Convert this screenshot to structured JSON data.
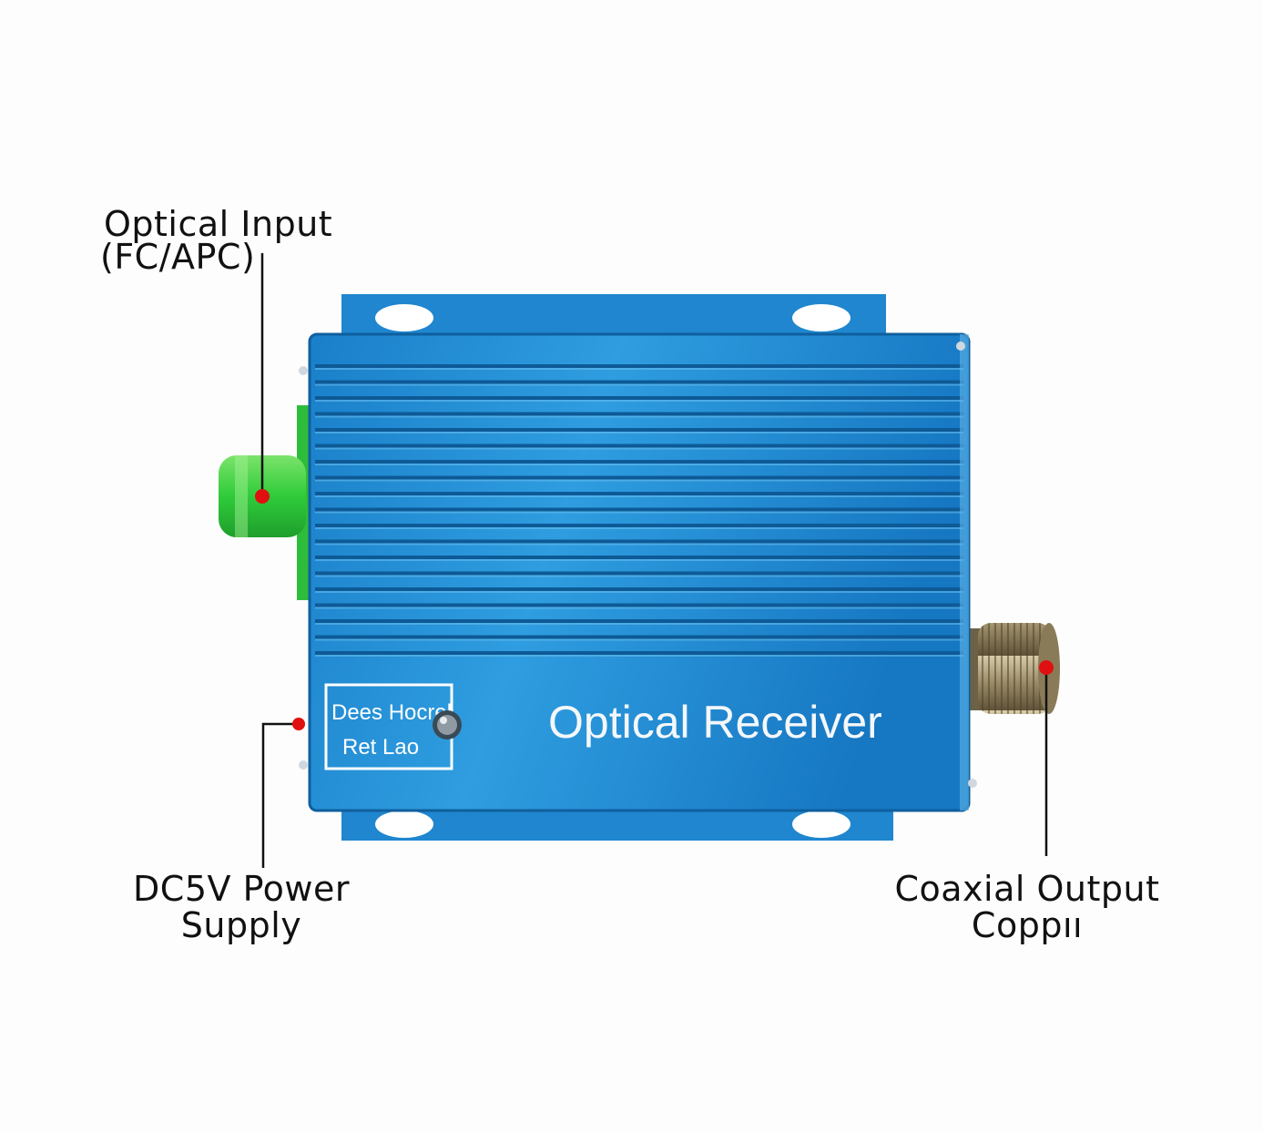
{
  "device": {
    "brand_text": "Optical Receiver",
    "label_line1": "Dees Hocrel",
    "label_line2": "Ret Lao",
    "body_color": "#1e8fd6",
    "connector_color": "#33cc33",
    "accent_color": "#e01010"
  },
  "callouts": {
    "optical_input": {
      "line1": "Optical Input",
      "line2": "(FC/APC)"
    },
    "power": {
      "line1": "DC5V Power",
      "line2": "Supply"
    },
    "coax": {
      "line1": "Coaxial Output",
      "line2": "Coppıı"
    }
  }
}
